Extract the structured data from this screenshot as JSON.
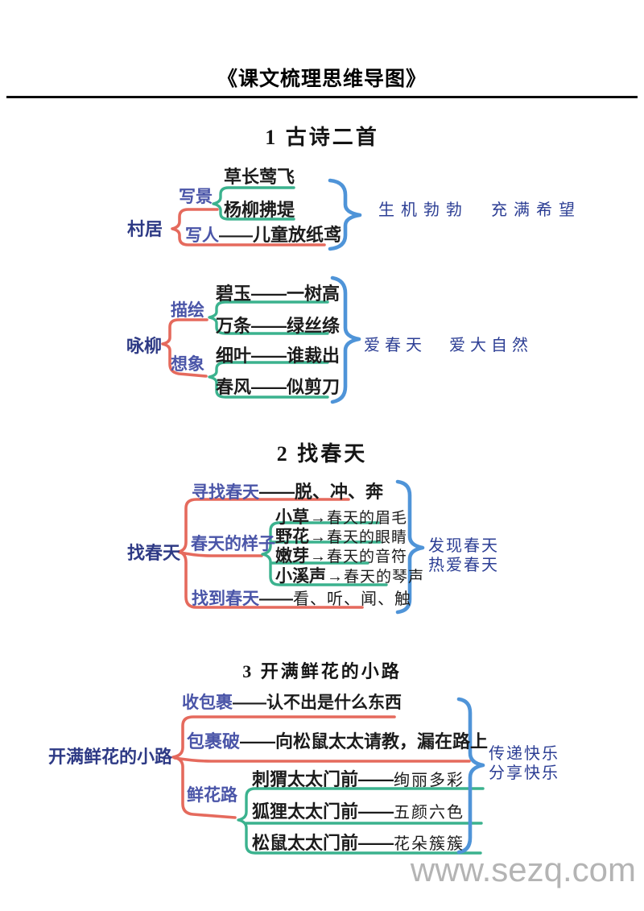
{
  "title": "《课文梳理思维导图》",
  "watermark": "www.sezq.com",
  "colors": {
    "red": "#e56a5d",
    "teal": "#3bb28e",
    "blue": "#4f94d8",
    "navy": "#2e3a85",
    "indigo": "#4a55a8",
    "summary": "#2c3e94",
    "text": "#1c1c1c",
    "watermark": "#b4b4b4"
  },
  "sections": {
    "s1": {
      "heading": "1 古诗二首",
      "cunju": {
        "root": "村居",
        "scene_label": "写景",
        "scene_items": [
          "草长莺飞",
          "杨柳拂堤"
        ],
        "person_label": "写人",
        "person_dash": "——",
        "person_item": "儿童放纸鸢",
        "summary": [
          "生机勃勃",
          "充满希望"
        ]
      },
      "yongliu": {
        "root": "咏柳",
        "miaohui_label": "描绘",
        "miaohui_items": [
          "碧玉——一树高",
          "万条——绿丝绦"
        ],
        "xiangxiang_label": "想象",
        "xiangxiang_items": [
          "细叶——谁裁出",
          "春风——似剪刀"
        ],
        "summary": [
          "爱春天",
          "爱大自然"
        ]
      }
    },
    "s2": {
      "heading": "2 找春天",
      "map": {
        "root": "找春天",
        "xunzhao_label": "寻找春天",
        "xunzhao_rest": "——脱、冲、奔",
        "yangzi_label": "春天的样子",
        "yangzi_items": [
          {
            "head": "小草",
            "arrow": "→",
            "tail": "春天的眉毛"
          },
          {
            "head": "野花",
            "arrow": "→",
            "tail": "春天的眼睛"
          },
          {
            "head": "嫩芽",
            "arrow": "→",
            "tail": "春天的音符"
          },
          {
            "head": "小溪声",
            "arrow": "→",
            "tail": "春天的琴声"
          }
        ],
        "zhaodao_label": "找到春天",
        "zhaodao_dash": "——",
        "zhaodao_rest": "看、听、闻、触",
        "summary": [
          "发现春天",
          "热爱春天"
        ]
      }
    },
    "s3": {
      "heading": "3 开满鲜花的小路",
      "map": {
        "root": "开满鲜花的小路",
        "shou_label": "收包裹",
        "shou_rest": "——认不出是什么东西",
        "po_label": "包裹破",
        "po_rest": "——向松鼠太太请教，漏在路上",
        "lu_label": "鲜花路",
        "lu_items": [
          {
            "head": "刺猬太太门前",
            "dash": "——",
            "tail": "绚丽多彩"
          },
          {
            "head": "狐狸太太门前",
            "dash": "——",
            "tail": "五颜六色"
          },
          {
            "head": "松鼠太太门前",
            "dash": "——",
            "tail": "花朵簇簇"
          }
        ],
        "summary": [
          "传递快乐",
          "分享快乐"
        ]
      }
    }
  }
}
